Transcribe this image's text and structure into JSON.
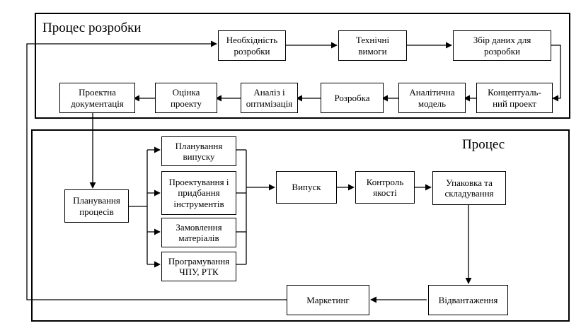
{
  "development": {
    "title": "Процес розробки",
    "nodes": {
      "need": "Необхідність\nрозробки",
      "tech_req": "Технічні\nвимоги",
      "data_collection": "Збір даних для\nрозробки",
      "concept": "Концептуаль-\nний проект",
      "analytic_model": "Аналітична\nмодель",
      "design": "Розробка",
      "analysis": "Аналіз і\nоптимізація",
      "evaluation": "Оцінка\nпроекту",
      "documentation": "Проектна\nдокументація"
    }
  },
  "process": {
    "title": "Процес",
    "nodes": {
      "planning": "Планування\nпроцесів",
      "release_planning": "Планування\nвипуску",
      "tooling": "Проектування і\nпридбання\nінструментів",
      "materials": "Замовлення\nматеріалів",
      "programming": "Програмування\nЧПУ, РТК",
      "release": "Випуск",
      "quality": "Контроль\nякості",
      "packaging": "Упаковка та\nскладування",
      "shipping": "Відвантаження",
      "marketing": "Маркетинг"
    }
  }
}
